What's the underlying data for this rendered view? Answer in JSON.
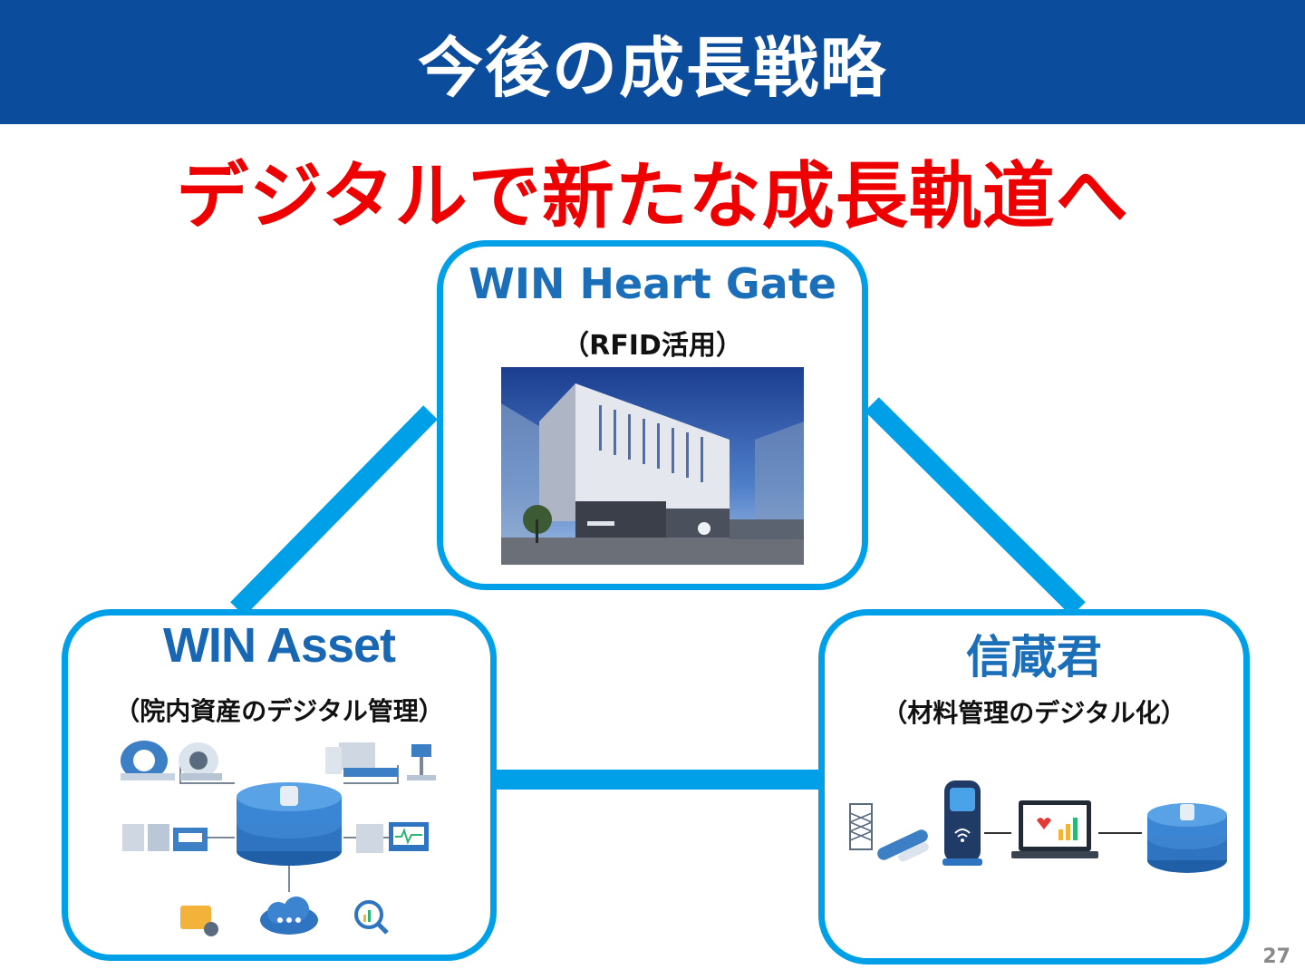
{
  "header": {
    "title": "今後の成長戦略"
  },
  "subtitle": "デジタルで新たな成長軌道へ",
  "boxes": {
    "top": {
      "title": "WIN Heart Gate",
      "subtitle": "（RFID活用）"
    },
    "left": {
      "title": "WIN Asset",
      "subtitle": "（院内資産のデジタル管理）"
    },
    "right": {
      "title": "信蔵君",
      "subtitle": "（材料管理のデジタル化）"
    }
  },
  "colors": {
    "header": "#0b4c9c",
    "subtitle": "#ee0000",
    "accent": "#00a0e9",
    "box_title": "#1a6fb8"
  },
  "page_number": "27"
}
